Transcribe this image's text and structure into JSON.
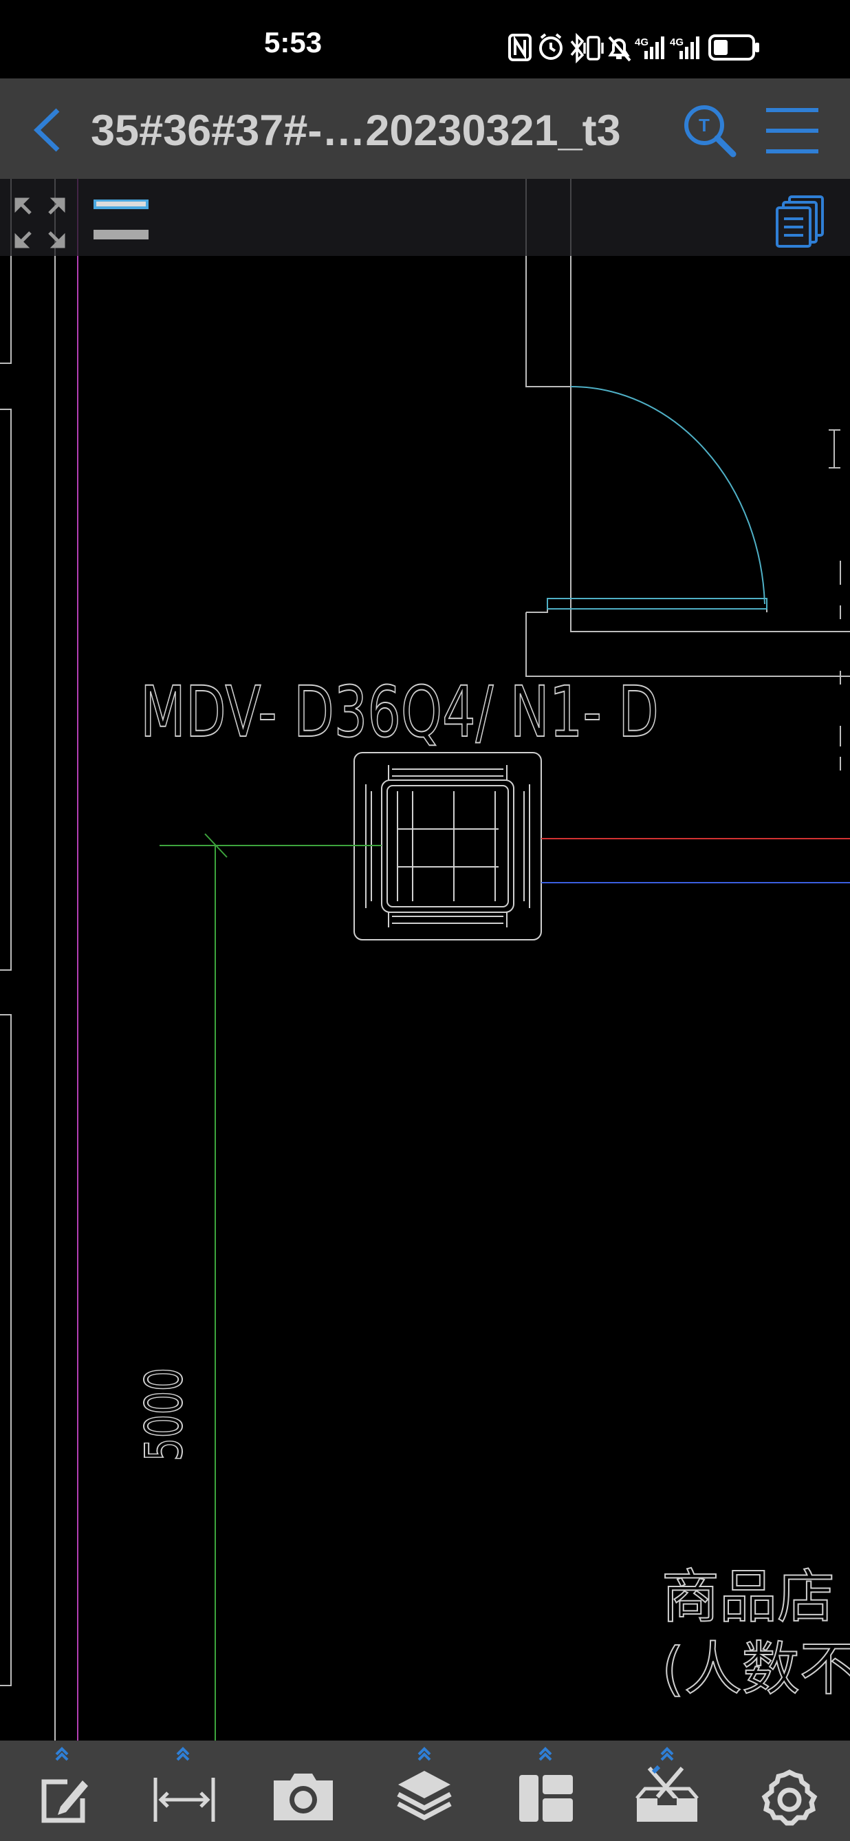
{
  "status_bar": {
    "time": "5:53",
    "icons": [
      "nfc-icon",
      "alarm-icon",
      "bluetooth-icon",
      "vibrate-icon",
      "mute-icon",
      "signal-4g-icon",
      "signal-4g-icon",
      "battery-icon"
    ]
  },
  "title_bar": {
    "title": "35#36#37#-…20230321_t3",
    "back_icon": "chevron-left-icon",
    "search_icon": "text-search-icon",
    "menu_icon": "hamburger-icon"
  },
  "overlay_toolbar": {
    "icons": [
      "fullscreen-icon",
      "layer-lines-icon",
      "pages-icon"
    ]
  },
  "drawing": {
    "model_label": "MDV- D36Q4/ N1- D",
    "dimension": "5000",
    "room_name": "商品店",
    "room_note": "(人数不得超"
  },
  "bottom_toolbar": {
    "tools": [
      "edit-icon",
      "measure-icon",
      "camera-icon",
      "layers-icon",
      "layout-icon",
      "toolbox-icon",
      "settings-icon"
    ]
  },
  "colors": {
    "title_bar": "#3c3c3c",
    "accent_blue": "#2f7fd6",
    "canvas": "#000000",
    "door_arc": "#4fb0c6",
    "pipe_red": "#d23232",
    "pipe_blue": "#3b5fe0",
    "leader_green": "#3da43d",
    "wall_magenta": "#b33fb3"
  }
}
